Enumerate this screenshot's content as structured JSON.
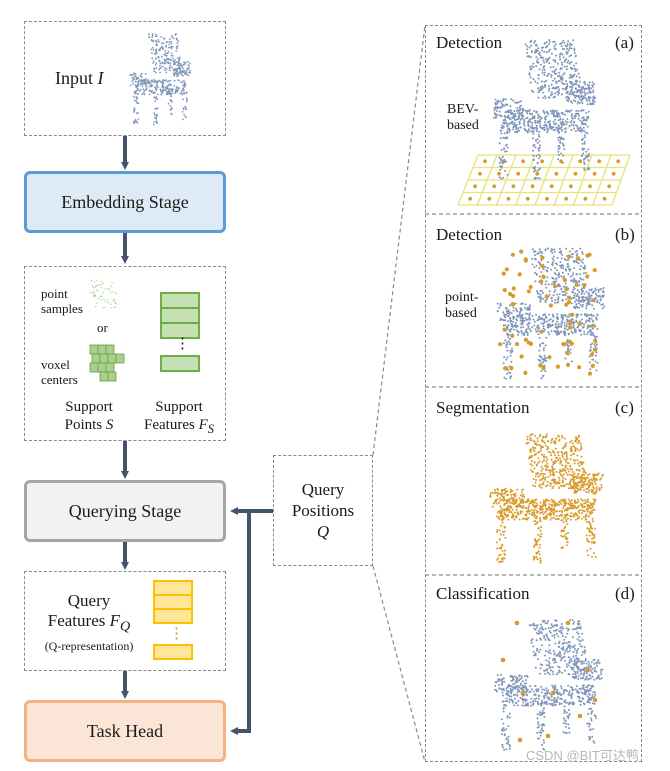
{
  "input": {
    "label": "Input ",
    "var": "I"
  },
  "embedding": {
    "label": "Embedding Stage",
    "color": "#5b9bd5"
  },
  "support": {
    "point_samples": "point\nsamples",
    "or": "or",
    "voxel_centers": "voxel\ncenters",
    "dots": "⋮",
    "points_label": "Support\nPoints ",
    "points_var": "S",
    "features_label": "Support\nFeatures ",
    "features_var": "F",
    "features_sub": "S"
  },
  "querying": {
    "label": "Querying Stage",
    "color": "#a6a6a6"
  },
  "query_features": {
    "line1": "Query",
    "line2": "Features ",
    "var": "F",
    "sub": "Q",
    "note": "(Q-representation)",
    "dots": "⋮",
    "color": "#ffc000"
  },
  "task_head": {
    "label": "Task Head",
    "color": "#f4b183"
  },
  "query_positions": {
    "line1": "Query",
    "line2": "Positions",
    "var": "Q"
  },
  "panels": [
    {
      "title": "Detection",
      "letter": "(a)",
      "note": "BEV-\nbased"
    },
    {
      "title": "Detection",
      "letter": "(b)",
      "note": "point-\nbased"
    },
    {
      "title": "Segmentation",
      "letter": "(c)",
      "note": ""
    },
    {
      "title": "Classification",
      "letter": "(d)",
      "note": ""
    }
  ],
  "watermark": "CSDN @BIT可达鸭",
  "colors": {
    "arrow": "#44546a",
    "points_blue": "#7f96b8",
    "points_orange": "#d89a2a",
    "green": "#70ad47",
    "bev_grid": "#e8e27a"
  }
}
